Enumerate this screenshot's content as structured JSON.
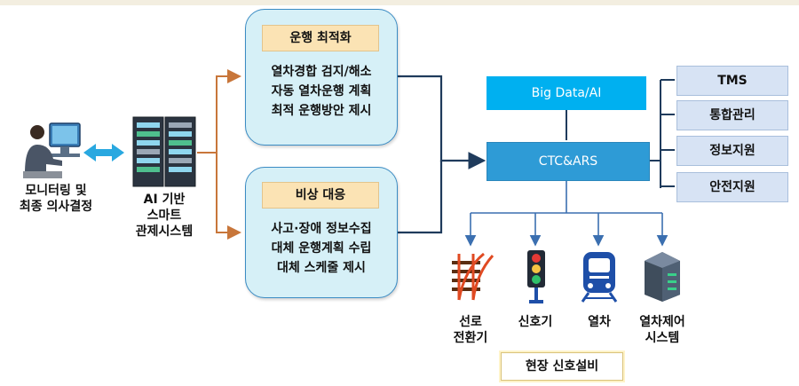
{
  "operator": {
    "label_line1": "모니터링 및",
    "label_line2": "최종 의사결정",
    "icon": "operator-at-computer-icon"
  },
  "ai_system": {
    "label_line1": "AI 기반",
    "label_line2": "스마트",
    "label_line3": "관제시스템",
    "icon": "server-rack-icon"
  },
  "optimization": {
    "title": "운행 최적화",
    "lines": [
      "열차경합 검지/해소",
      "자동 열차운행 계획",
      "최적 운행방안 제시"
    ]
  },
  "emergency": {
    "title": "비상 대응",
    "lines": [
      "사고·장애 정보수집",
      "대체 운행계획 수립",
      "대체 스케줄 제시"
    ]
  },
  "bigdata": {
    "label": "Big Data/AI"
  },
  "ctc": {
    "label": "CTC&ARS"
  },
  "side_systems": [
    "TMS",
    "통합관리",
    "정보지원",
    "안전지원"
  ],
  "field_devices": [
    {
      "label_line1": "선로",
      "label_line2": "전환기",
      "icon": "railway-switch-icon"
    },
    {
      "label_line1": "신호기",
      "label_line2": "",
      "icon": "traffic-signal-icon"
    },
    {
      "label_line1": "열차",
      "label_line2": "",
      "icon": "train-icon"
    },
    {
      "label_line1": "열차제어",
      "label_line2": "시스템",
      "icon": "control-server-icon"
    }
  ],
  "field_group": {
    "label": "현장 신호설비"
  },
  "colors": {
    "panel_fill": "#d6f0f7",
    "panel_border": "#3b8cc4",
    "title_fill": "#fbe3b4",
    "bigdata_fill": "#00b0f0",
    "ctc_fill": "#2e9bd6",
    "side_fill": "#d7e3f4",
    "arrow_brown": "#c8763a",
    "arrow_navy": "#1f3b5c"
  }
}
